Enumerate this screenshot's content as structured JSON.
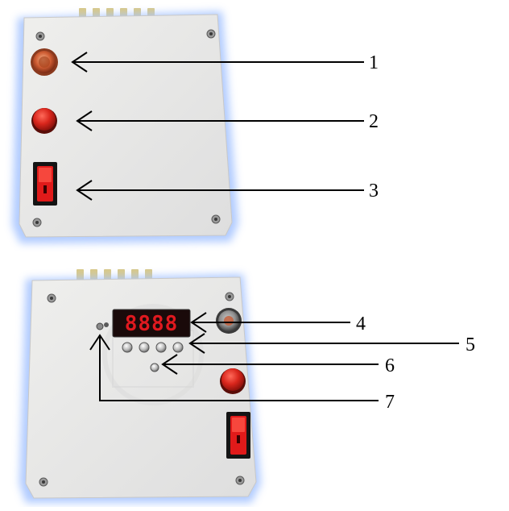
{
  "figure": {
    "panels": [
      {
        "id": "top-panel",
        "components": [
          "round-connector",
          "red-push-button",
          "red-rocker-switch"
        ]
      },
      {
        "id": "bottom-panel",
        "components": [
          "seven-segment-display",
          "tactile-buttons",
          "led-indicator",
          "small-sensor",
          "round-connector",
          "red-push-button",
          "red-rocker-switch"
        ]
      }
    ],
    "callouts": [
      {
        "label": "1"
      },
      {
        "label": "2"
      },
      {
        "label": "3"
      },
      {
        "label": "4"
      },
      {
        "label": "5"
      },
      {
        "label": "6"
      },
      {
        "label": "7"
      }
    ],
    "display": {
      "text": "8888",
      "color": "#e0191f"
    },
    "colors": {
      "panel": "#e9e9e7",
      "panel_glow": "#b7d0ff",
      "button_red": "#d9261c",
      "switch_red": "#e01a1a",
      "connector_ring": "#cf5d33",
      "arrow": "#000000"
    }
  }
}
